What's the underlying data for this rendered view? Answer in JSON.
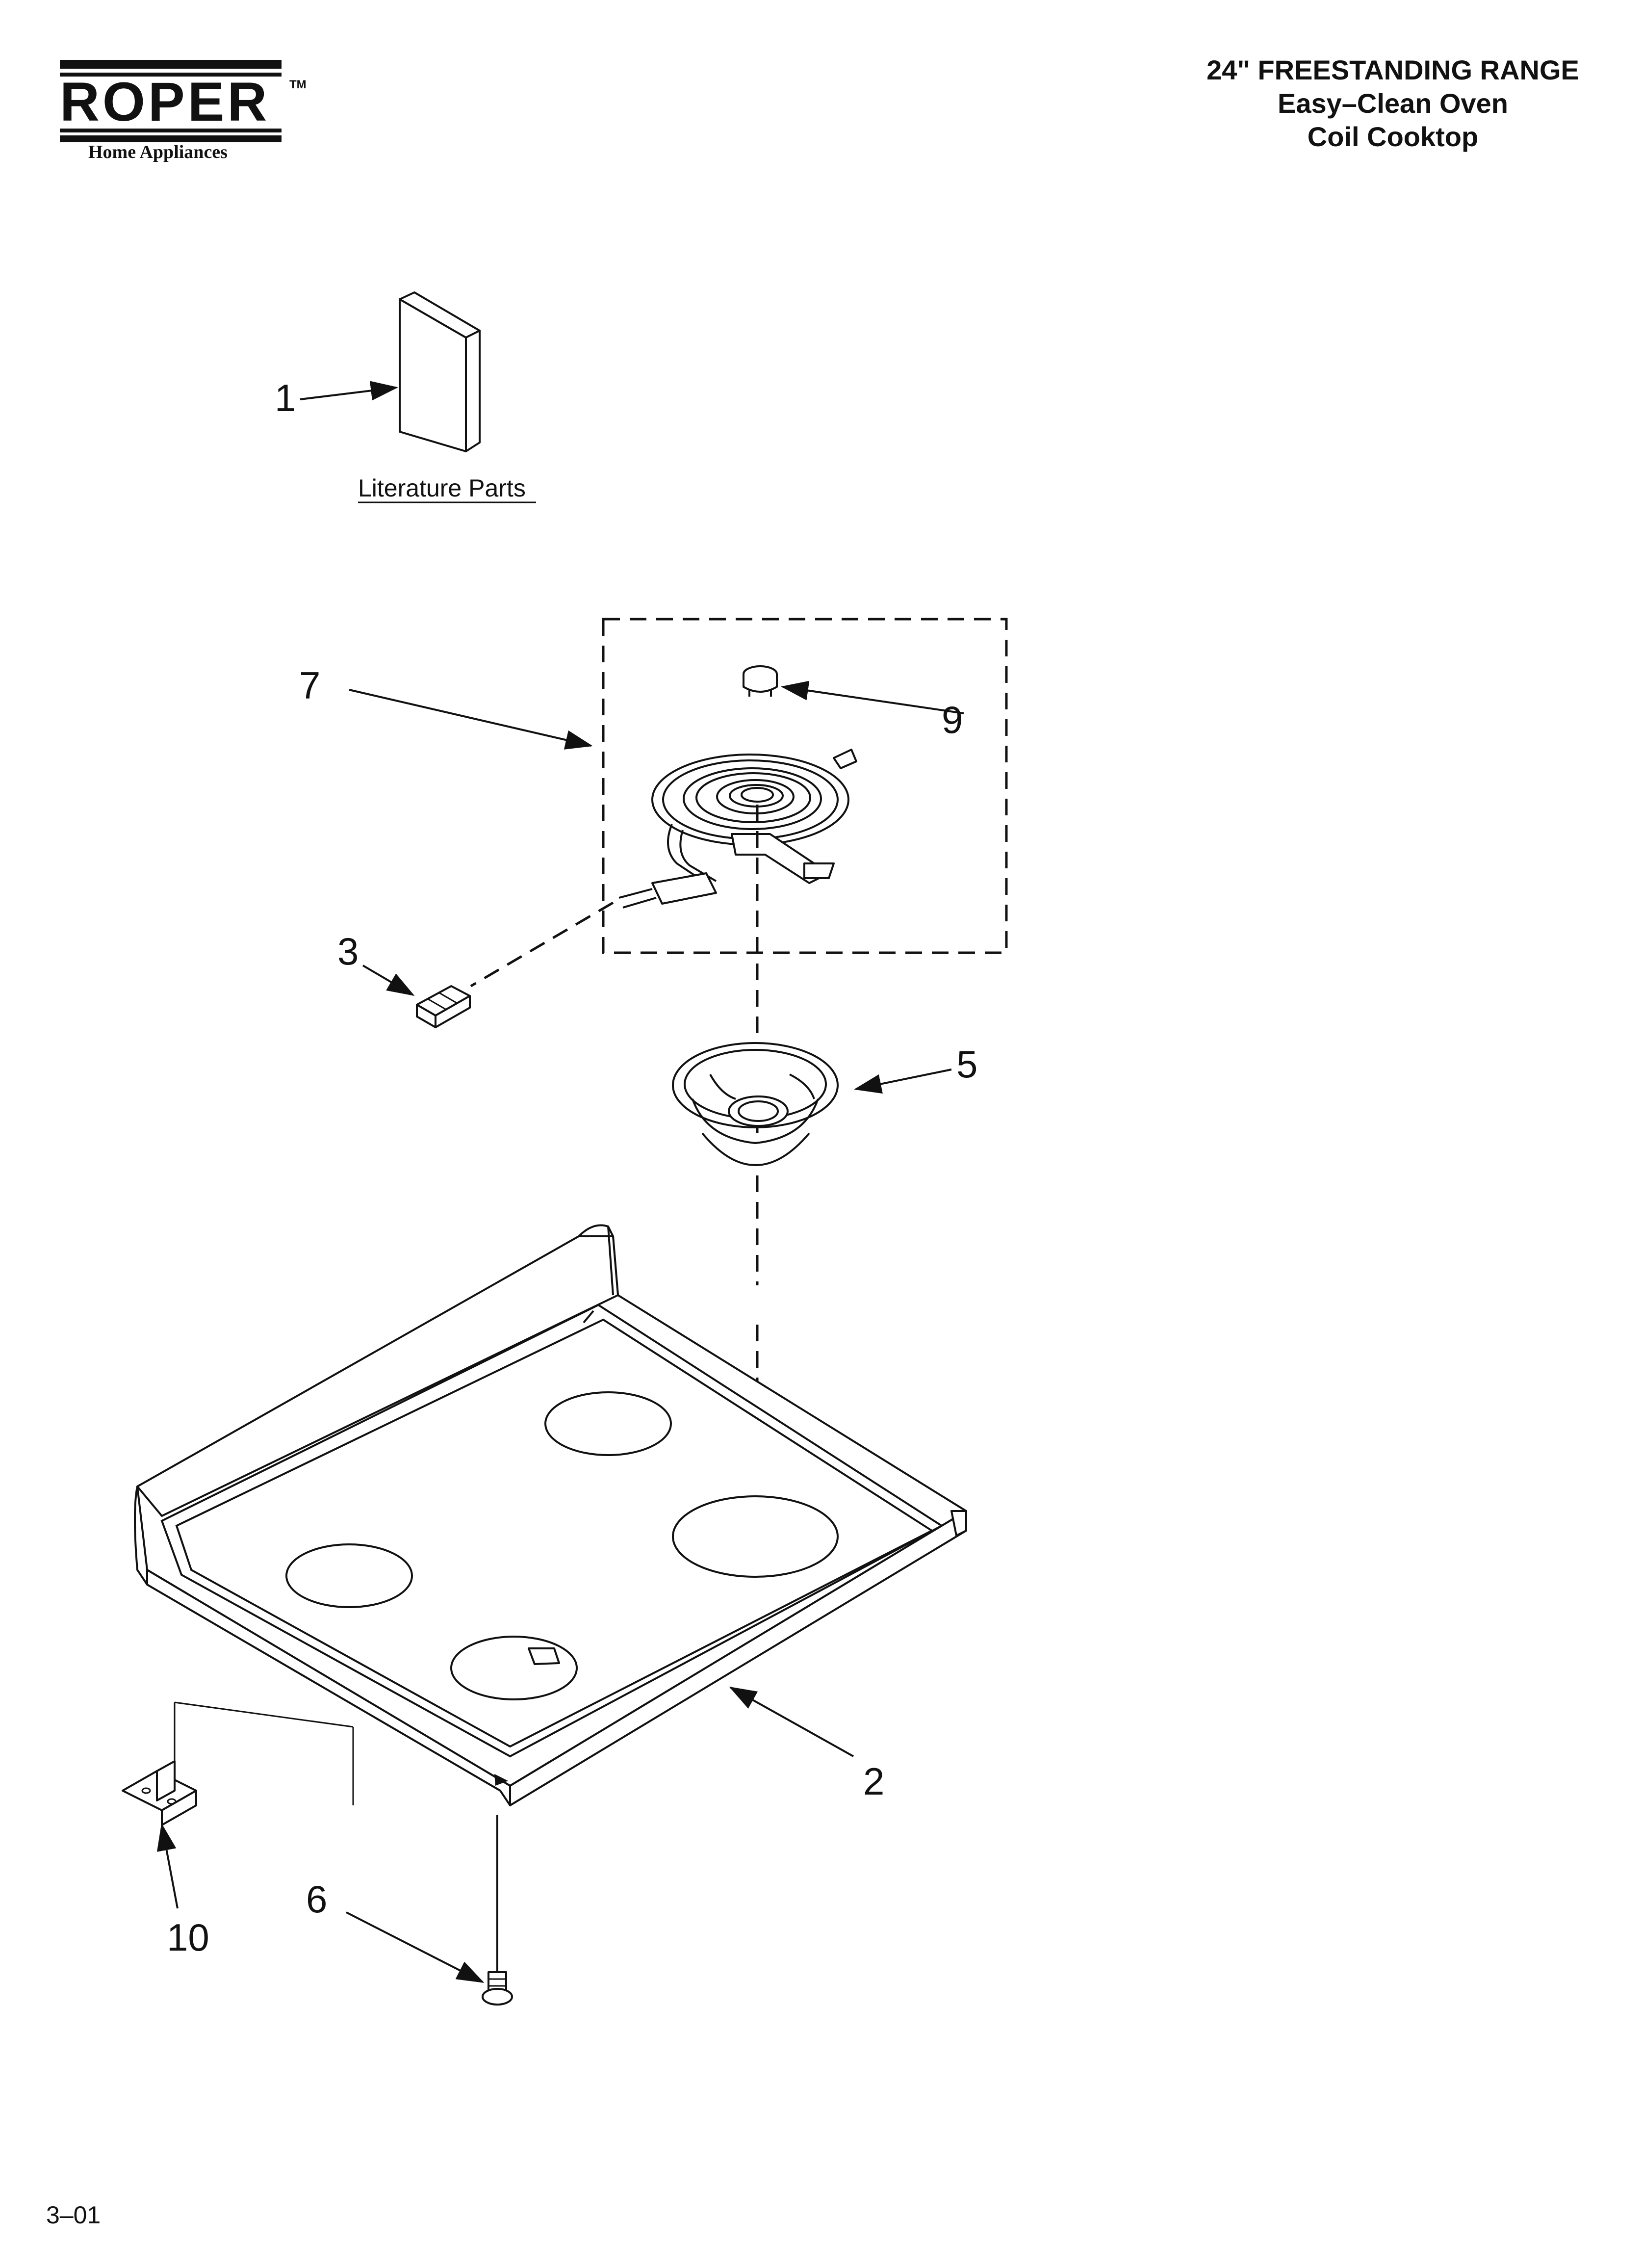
{
  "brand": {
    "logo_text": "ROPER",
    "trademark": "TM",
    "sub_text": "Home Appliances"
  },
  "header": {
    "line1": "24\" FREESTANDING RANGE",
    "line2": "Easy–Clean Oven",
    "line3": "Coil Cooktop"
  },
  "literature": {
    "label": "Literature Parts"
  },
  "callouts": {
    "c1": "1",
    "c2": "2",
    "c3": "3",
    "c5": "5",
    "c6": "6",
    "c7": "7",
    "c9": "9",
    "c10": "10"
  },
  "footer": {
    "code": "3–01"
  }
}
